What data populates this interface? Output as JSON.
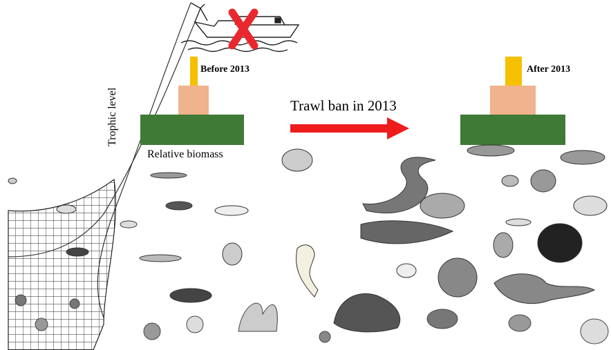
{
  "labels": {
    "before": "Before 2013",
    "after": "After 2013",
    "trophic_level": "Trophic level",
    "relative_biomass": "Relative biomass",
    "trawl_ban": "Trawl ban in 2013"
  },
  "colors": {
    "base_tier": "#3f7a36",
    "middle_tier": "#f0b38d",
    "top_tier": "#f5c000",
    "arrow": "#ee1c1c",
    "cross": "#e8282e",
    "ink": "#222222"
  },
  "pyramids": {
    "before": {
      "base": 1.0,
      "middle": 0.29,
      "top": 0.07
    },
    "after": {
      "base": 1.0,
      "middle": 0.43,
      "top": 0.15
    }
  }
}
